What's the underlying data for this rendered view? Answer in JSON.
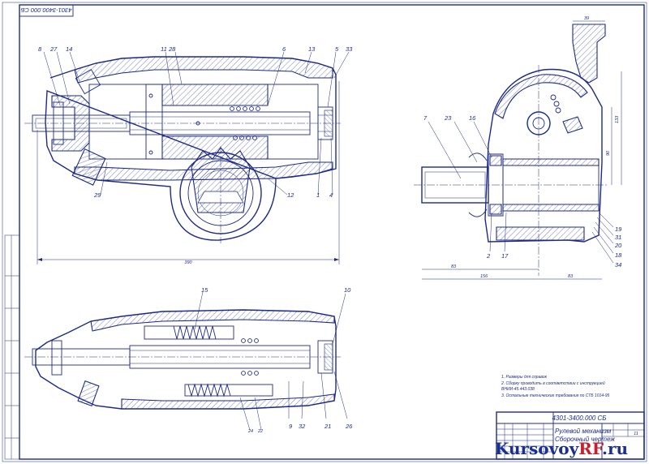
{
  "stamp": {
    "code_top": "4301-3400.000 СБ"
  },
  "callouts": {
    "view1": [
      "8",
      "27",
      "14",
      "11",
      "28",
      "6",
      "13",
      "5",
      "33",
      "29",
      "12",
      "1",
      "4"
    ],
    "view2": [
      "15",
      "10",
      "24",
      "22",
      "9",
      "32",
      "21",
      "26"
    ],
    "view3": [
      "7",
      "23",
      "16",
      "19",
      "31",
      "20",
      "18",
      "34",
      "2",
      "17"
    ]
  },
  "dimensions": {
    "view1_length": "390",
    "view3_top": "39",
    "view3_right_a": "133",
    "view3_right_b": "90",
    "view3_bottom_a": "83",
    "view3_bottom_b": "156",
    "view3_bottom_c": "83"
  },
  "notes": [
    "1. Размеры для справок",
    "2. Сборку проводить в соответствии с инструкцией",
    "    ВНИИ-45.443.038",
    "3. Остальные технические требования по СТБ 1014-95"
  ],
  "title_block": {
    "code": "4301-3400.000 СБ",
    "name_line1": "Рулевой механизм",
    "name_line2": "Сборочный чертеж",
    "sheet": "11"
  },
  "watermark": {
    "part1": "Kursovoy",
    "part2": "RF",
    "part3": ".ru"
  },
  "colors": {
    "line": "#1f2a86",
    "watermark_dark": "#1b2f8c",
    "watermark_red": "#c8202a"
  }
}
